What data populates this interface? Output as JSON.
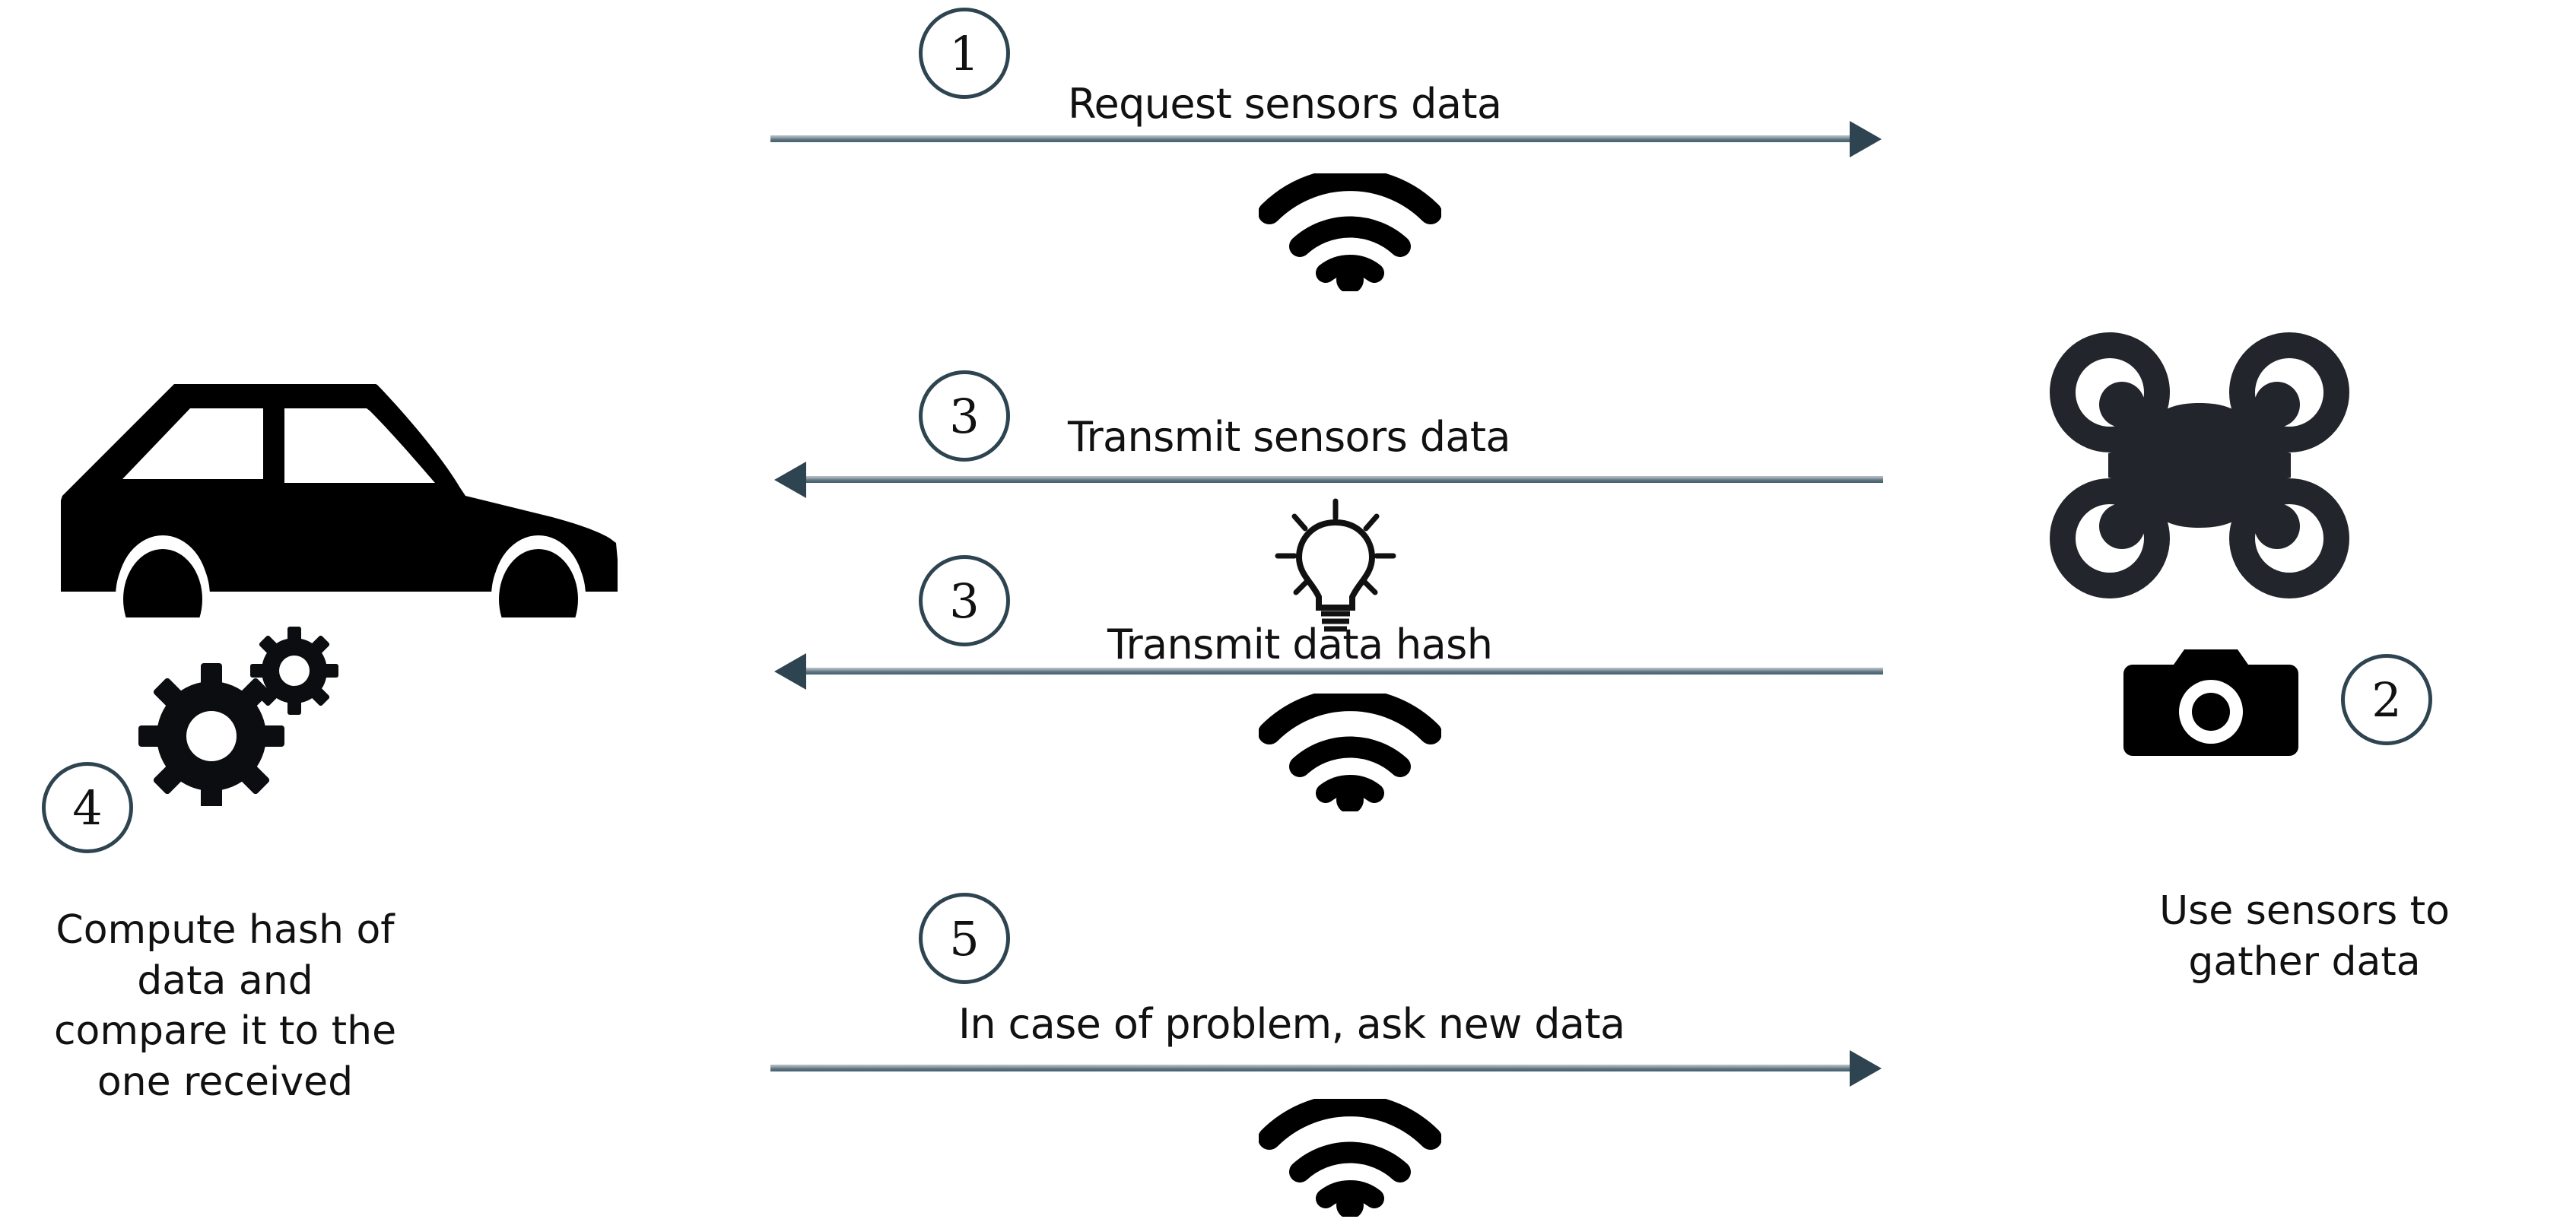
{
  "diagram": {
    "title": "Vehicle-drone sensor data exchange sequence",
    "background_color": "#ffffff",
    "accent_color": "#2e4450",
    "icon_color": "#000000",
    "drone_color": "#22252b"
  },
  "actors": {
    "left": {
      "name": "car",
      "icon": "car-icon",
      "caption": "Compute hash of\ndata and\ncompare it to the\none received",
      "caption_lines": [
        "Compute hash of",
        "data and",
        "compare it to the",
        "one received"
      ],
      "step_badge": "4",
      "secondary_icon": "gears-icon"
    },
    "right": {
      "name": "drone",
      "icon": "drone-icon",
      "caption": "Use sensors to\ngather data",
      "caption_lines": [
        "Use sensors to",
        "gather data"
      ],
      "step_badge": "2",
      "secondary_icon": "camera-icon"
    }
  },
  "messages": [
    {
      "step": "1",
      "label": "Request sensors data",
      "direction": "right",
      "media_icon": "wifi-icon"
    },
    {
      "step": "3",
      "label": "Transmit sensors data",
      "direction": "left",
      "media_icon": "lightbulb-icon"
    },
    {
      "step": "3",
      "label": "Transmit data hash",
      "direction": "left",
      "media_icon": "wifi-icon"
    },
    {
      "step": "5",
      "label": "In case of problem, ask new data",
      "direction": "right",
      "media_icon": "wifi-icon"
    }
  ]
}
